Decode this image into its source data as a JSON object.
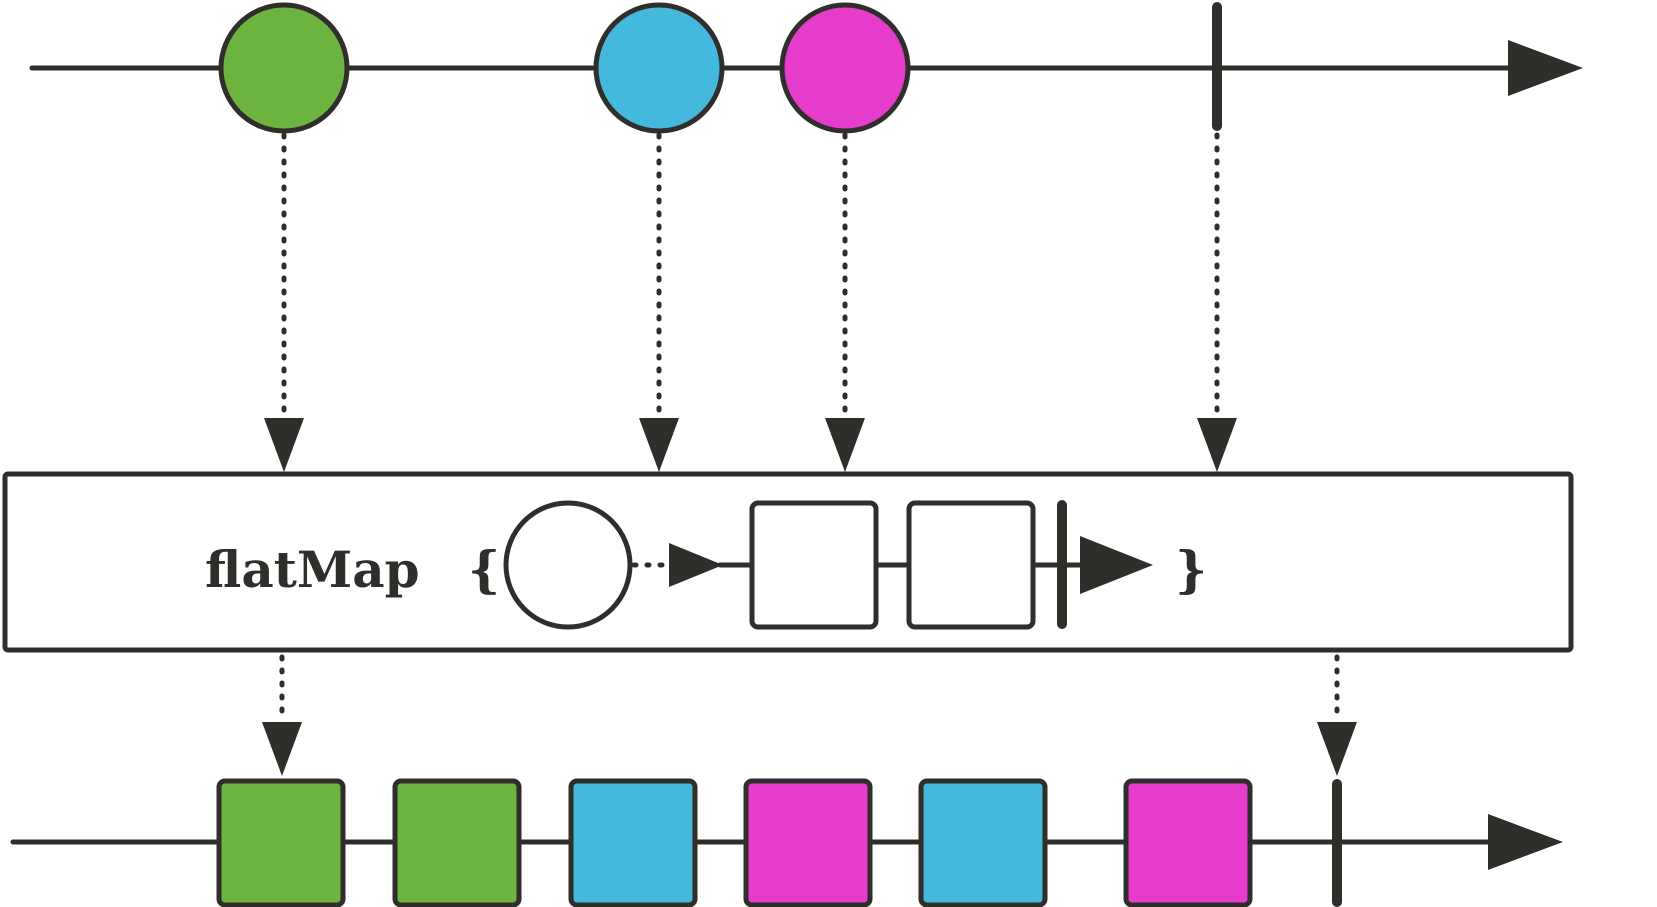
{
  "operator": {
    "name": "flatMap",
    "open_brace": "{",
    "close_brace": "}"
  },
  "colors": {
    "green": "#6db33f",
    "cyan": "#45b8de",
    "magenta": "#e63ccc",
    "stroke": "#302e2b",
    "background": "#ffffff"
  },
  "input_stream": {
    "items": [
      {
        "shape": "circle",
        "color": "green"
      },
      {
        "shape": "circle",
        "color": "cyan"
      },
      {
        "shape": "circle",
        "color": "magenta"
      }
    ],
    "completion": true
  },
  "inner_template": {
    "source": "circle",
    "outputs": [
      "square",
      "square"
    ],
    "completion": true
  },
  "output_stream": {
    "items": [
      {
        "shape": "square",
        "color": "green"
      },
      {
        "shape": "square",
        "color": "green"
      },
      {
        "shape": "square",
        "color": "cyan"
      },
      {
        "shape": "square",
        "color": "magenta"
      },
      {
        "shape": "square",
        "color": "cyan"
      },
      {
        "shape": "square",
        "color": "magenta"
      }
    ],
    "completion": true
  }
}
